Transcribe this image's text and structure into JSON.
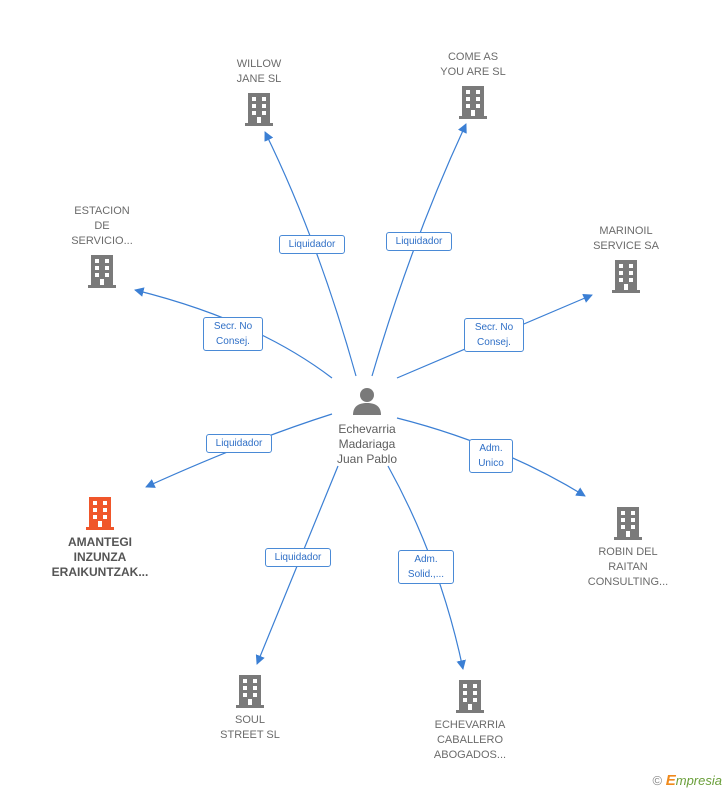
{
  "center": {
    "name_lines": [
      "Echevarria",
      "Madariaga",
      "Juan Pablo"
    ],
    "icon": "person-icon"
  },
  "companies": [
    {
      "id": "willow",
      "name_lines": [
        "WILLOW",
        "JANE SL"
      ],
      "icon": "building-icon",
      "highlight": false
    },
    {
      "id": "come-as",
      "name_lines": [
        "COME AS",
        "YOU ARE SL"
      ],
      "icon": "building-icon",
      "highlight": false
    },
    {
      "id": "estacion",
      "name_lines": [
        "ESTACION",
        "DE",
        "SERVICIO..."
      ],
      "icon": "building-icon",
      "highlight": false
    },
    {
      "id": "marinoil",
      "name_lines": [
        "MARINOIL",
        "SERVICE SA"
      ],
      "icon": "building-icon",
      "highlight": false
    },
    {
      "id": "amantegi",
      "name_lines": [
        "AMANTEGI",
        "INZUNZA",
        "ERAIKUNTZAK..."
      ],
      "icon": "building-icon",
      "highlight": true
    },
    {
      "id": "robin",
      "name_lines": [
        "ROBIN DEL",
        "RAITAN",
        "CONSULTING..."
      ],
      "icon": "building-icon",
      "highlight": false
    },
    {
      "id": "soul",
      "name_lines": [
        "SOUL",
        "STREET  SL"
      ],
      "icon": "building-icon",
      "highlight": false
    },
    {
      "id": "echevarria-caballero",
      "name_lines": [
        "ECHEVARRIA",
        "CABALLERO",
        "ABOGADOS..."
      ],
      "icon": "building-icon",
      "highlight": false
    }
  ],
  "roles": [
    {
      "target": "willow",
      "lines": [
        "Liquidador"
      ]
    },
    {
      "target": "come-as",
      "lines": [
        "Liquidador"
      ]
    },
    {
      "target": "estacion",
      "lines": [
        "Secr.  No",
        "Consej."
      ]
    },
    {
      "target": "marinoil",
      "lines": [
        "Secr.  No",
        "Consej."
      ]
    },
    {
      "target": "amantegi",
      "lines": [
        "Liquidador"
      ]
    },
    {
      "target": "robin",
      "lines": [
        "Adm.",
        "Unico"
      ]
    },
    {
      "target": "soul",
      "lines": [
        "Liquidador"
      ]
    },
    {
      "target": "echevarria-caballero",
      "lines": [
        "Adm.",
        "Solid.,..."
      ]
    }
  ],
  "colors": {
    "line": "#3b7fd4",
    "building": "#7a7a7a",
    "building_highlight": "#f0562a",
    "label_border": "#4a8ad6"
  },
  "footer": {
    "copyright": "©",
    "brand_initial": "E",
    "brand_rest": "mpresia"
  }
}
